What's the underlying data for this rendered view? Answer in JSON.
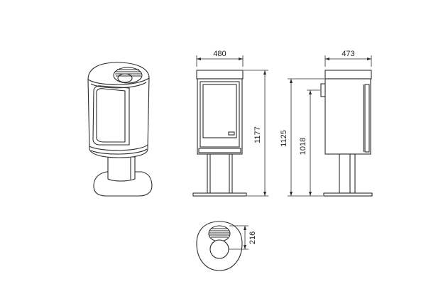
{
  "dimensions": {
    "front_width": "480",
    "side_depth": "473",
    "total_height": "1177",
    "side_height": "1125",
    "door_height": "1018",
    "top_offset": "216"
  },
  "colors": {
    "line": "#2b2b2b",
    "background": "#ffffff"
  }
}
